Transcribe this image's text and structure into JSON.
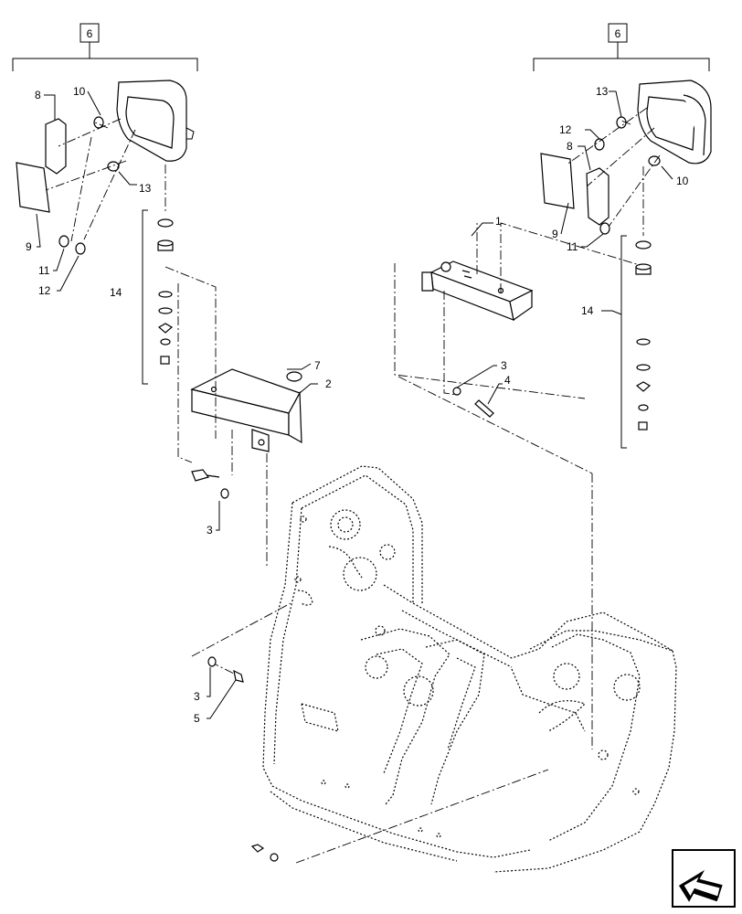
{
  "callouts": {
    "c1": "1",
    "c2": "2",
    "c3a": "3",
    "c3b": "3",
    "c3c": "3",
    "c4": "4",
    "c5": "5",
    "c6a": "6",
    "c6b": "6",
    "c7": "7",
    "c8a": "8",
    "c8b": "8",
    "c9a": "9",
    "c9b": "9",
    "c10a": "10",
    "c10b": "10",
    "c11a": "11",
    "c11b": "11",
    "c12a": "12",
    "c12b": "12",
    "c13a": "13",
    "c13b": "13",
    "c14a": "14",
    "c14b": "14"
  },
  "nav": {
    "icon": "next-page-arrow-icon"
  }
}
